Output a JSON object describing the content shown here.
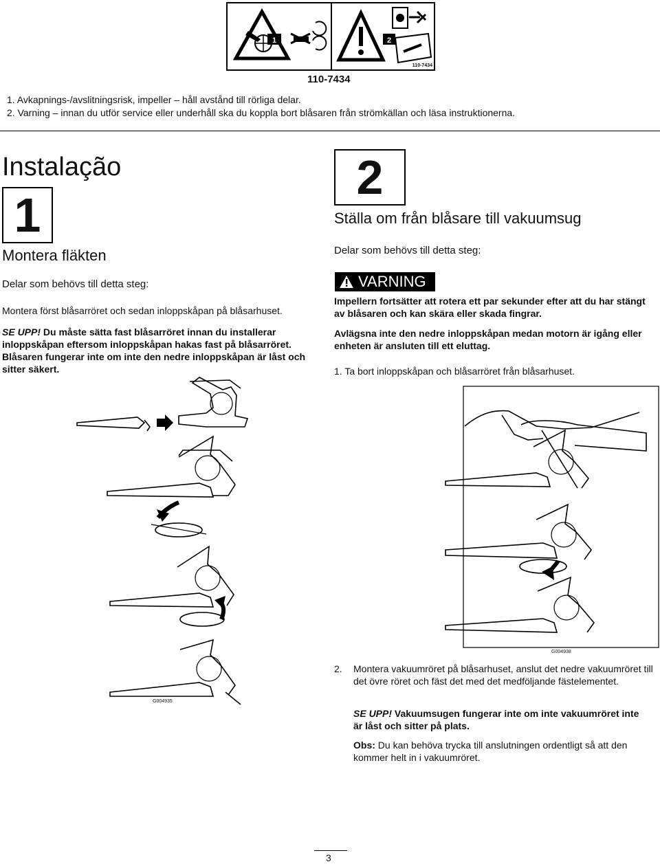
{
  "decal": {
    "panel1_number": "1",
    "panel2_number": "2",
    "code": "110-7434",
    "icons": [
      "impeller-hand-hazard-icon",
      "no-hand-icon",
      "rotation-icon",
      "warning-triangle-icon",
      "unplug-icon",
      "read-manual-icon"
    ]
  },
  "part_number": "110-7434",
  "legend": [
    "1.  Avkapnings-/avslitningsrisk, impeller – håll avstånd till rörliga delar.",
    "2.  Varning – innan du utför service eller underhåll ska du koppla bort blåsaren från strömkällan och läsa instruktionerna."
  ],
  "section_title": "Instalação",
  "step1": {
    "number": "1",
    "title": "Montera fläkten",
    "parts_heading": "Delar som behövs till detta steg:",
    "intro": "Montera först blåsarröret och sedan inloppskåpan på blåsarhuset.",
    "caution_label": "SE UPP!",
    "caution_text": " Du måste sätta fast blåsarröret innan du installerar inloppskåpan eftersom inloppskåpan hakas fast på blåsarröret. Blåsaren fungerar inte om inte den nedre inloppskåpan är låst och sitter säkert.",
    "figure_code": "G004935"
  },
  "step2": {
    "number": "2",
    "title": "Ställa om från blåsare till vakuumsug",
    "parts_heading": "Delar som behövs till detta steg:",
    "warning_label": "VARNING",
    "warning_text_1": "Impellern fortsätter att rotera ett par sekunder efter att du har stängt av blåsaren och kan skära eller skada fingrar.",
    "warning_text_2": "Avlägsna inte den nedre inloppskåpan medan motorn är igång eller enheten är ansluten till ett eluttag.",
    "item1": "1.  Ta bort inloppskåpan och blåsarröret från blåsarhuset.",
    "figure_code": "G004938",
    "item2_num": "2.",
    "item2": "Montera vakuumröret på blåsarhuset, anslut det nedre vakuumröret till det övre röret och fäst det med det medföljande fästelementet.",
    "caution_label": "SE UPP!",
    "caution_text": " Vakuumsugen fungerar inte om inte vakuumröret inte är låst och sitter på plats.",
    "note_label": "Obs:",
    "note_text": " Du kan behöva trycka till anslutningen ordentligt så att den kommer helt in i vakuumröret."
  },
  "page_number": "3"
}
